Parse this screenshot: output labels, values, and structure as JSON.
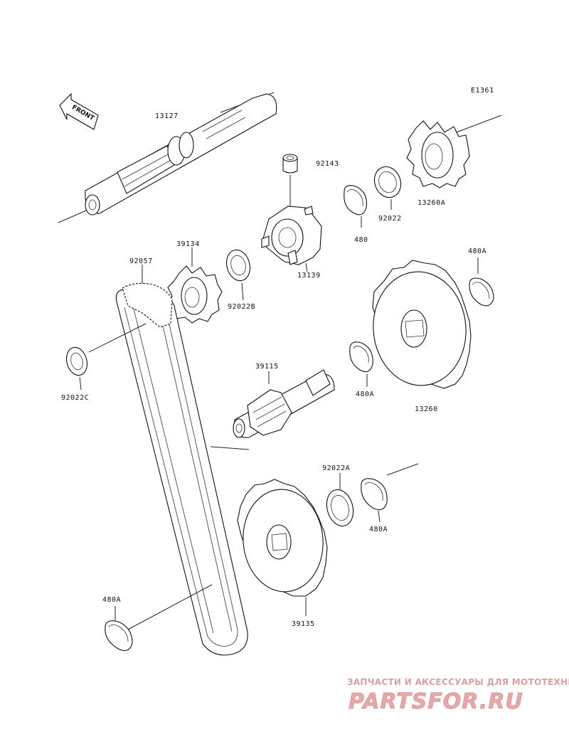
{
  "diagram_code": "E1361",
  "front_label": "FRONT",
  "parts": {
    "p13127": "13127",
    "p92143": "92143",
    "p13260A": "13260A",
    "p92022": "92022",
    "p480": "480",
    "p13139": "13139",
    "p39134": "39134",
    "p92057": "92057",
    "p92022B": "92022B",
    "p480A_right": "480A",
    "p92022C": "92022C",
    "p39115": "39115",
    "p480A_mid": "480A",
    "p13260": "13260",
    "p92022A": "92022A",
    "p480A_low": "480A",
    "p39135": "39135",
    "p480A_left": "480A"
  },
  "watermark": {
    "tagline": "ЗАПЧАСТИ И АКСЕССУАРЫ ДЛЯ МОТОТЕХНИКИ",
    "logo": "PARTSFOR.RU"
  },
  "colors": {
    "ink": "#111111",
    "watermark": "#e7a8a8"
  }
}
